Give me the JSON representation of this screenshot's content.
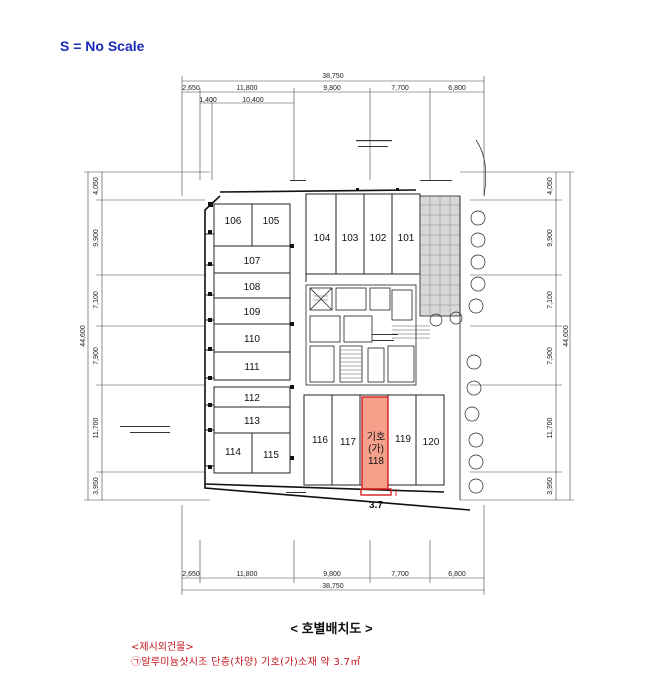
{
  "scale_note": "S = No Scale",
  "dimensions": {
    "top_total": "38,750",
    "top_segments": [
      "2,650",
      "11,800",
      "9,800",
      "7,700",
      "6,800"
    ],
    "top_sub": [
      "1,400",
      "10,400"
    ],
    "bottom_total": "38,750",
    "bottom_segments": [
      "2,650",
      "11,800",
      "9,800",
      "7,700",
      "6,800"
    ],
    "left_segments": [
      "4,050",
      "9,900",
      "7,100",
      "7,900",
      "11,700",
      "3,950"
    ],
    "left_total": "44,600",
    "right_segments": [
      "4,050",
      "9,900",
      "7,100",
      "7,900",
      "11,700",
      "3,950"
    ],
    "right_total": "44,600"
  },
  "units": {
    "u106": "106",
    "u105": "105",
    "u107": "107",
    "u108": "108",
    "u109": "109",
    "u110": "110",
    "u111": "111",
    "u112": "112",
    "u113": "113",
    "u114": "114",
    "u115": "115",
    "u104": "104",
    "u103": "103",
    "u102": "102",
    "u101": "101",
    "u116": "116",
    "u117": "117",
    "u119": "119",
    "u120": "120"
  },
  "highlight": {
    "line1": "기호",
    "line2": "(가)",
    "line3": "118",
    "area": "3.7",
    "color": "#f4a08a",
    "border": "#d42020"
  },
  "caption": "< 호별배치도 >",
  "note": {
    "title": "<제시외건물>",
    "body": "㉠알루미늄샷시조 단층(차양) 기호(가)소재 약 3.7㎡"
  }
}
